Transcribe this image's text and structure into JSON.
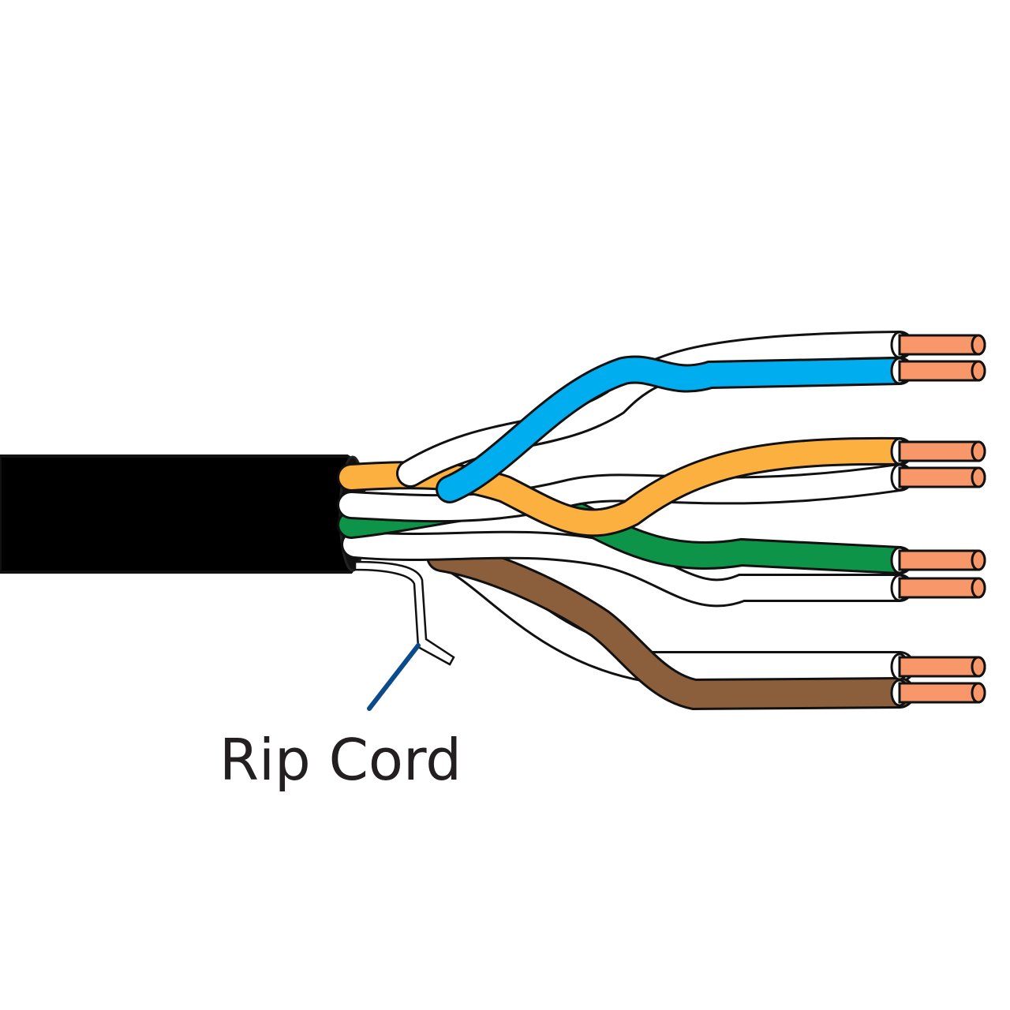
{
  "diagram": {
    "labels": {
      "rip_cord": "Rip Cord"
    },
    "colors": {
      "jacket": "#000000",
      "conductor_insulation_white": "#ffffff",
      "outline": "#111111",
      "blue": "#00aeef",
      "orange": "#fbb040",
      "green": "#0d9448",
      "brown": "#8b5e3c",
      "copper": "#f7976a",
      "callout_line": "#0b4a8b",
      "label_text": "#231f20"
    },
    "pairs": [
      {
        "name": "blue",
        "stripe": "blue"
      },
      {
        "name": "orange",
        "stripe": "orange"
      },
      {
        "name": "green",
        "stripe": "green"
      },
      {
        "name": "brown",
        "stripe": "brown"
      }
    ]
  }
}
